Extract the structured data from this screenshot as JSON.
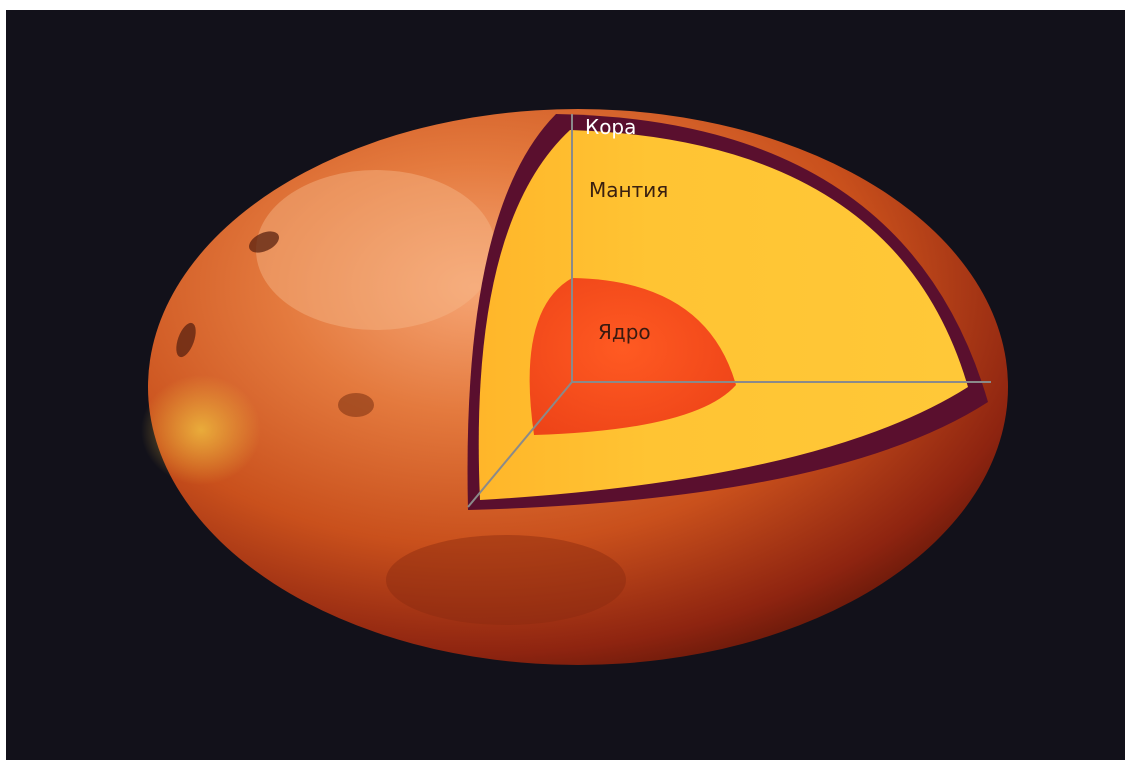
{
  "labels": {
    "crust": "Кора",
    "mantle": "Мантия",
    "core": "Ядро"
  },
  "colors": {
    "background": "#12111a",
    "surface": "#c8521c",
    "crust": "#5a0f2e",
    "mantle": "#ffc433",
    "core": "#f4501e",
    "axis": "#8a8a8a",
    "crust_label": "#ffffff",
    "inner_label": "#3a2010"
  }
}
